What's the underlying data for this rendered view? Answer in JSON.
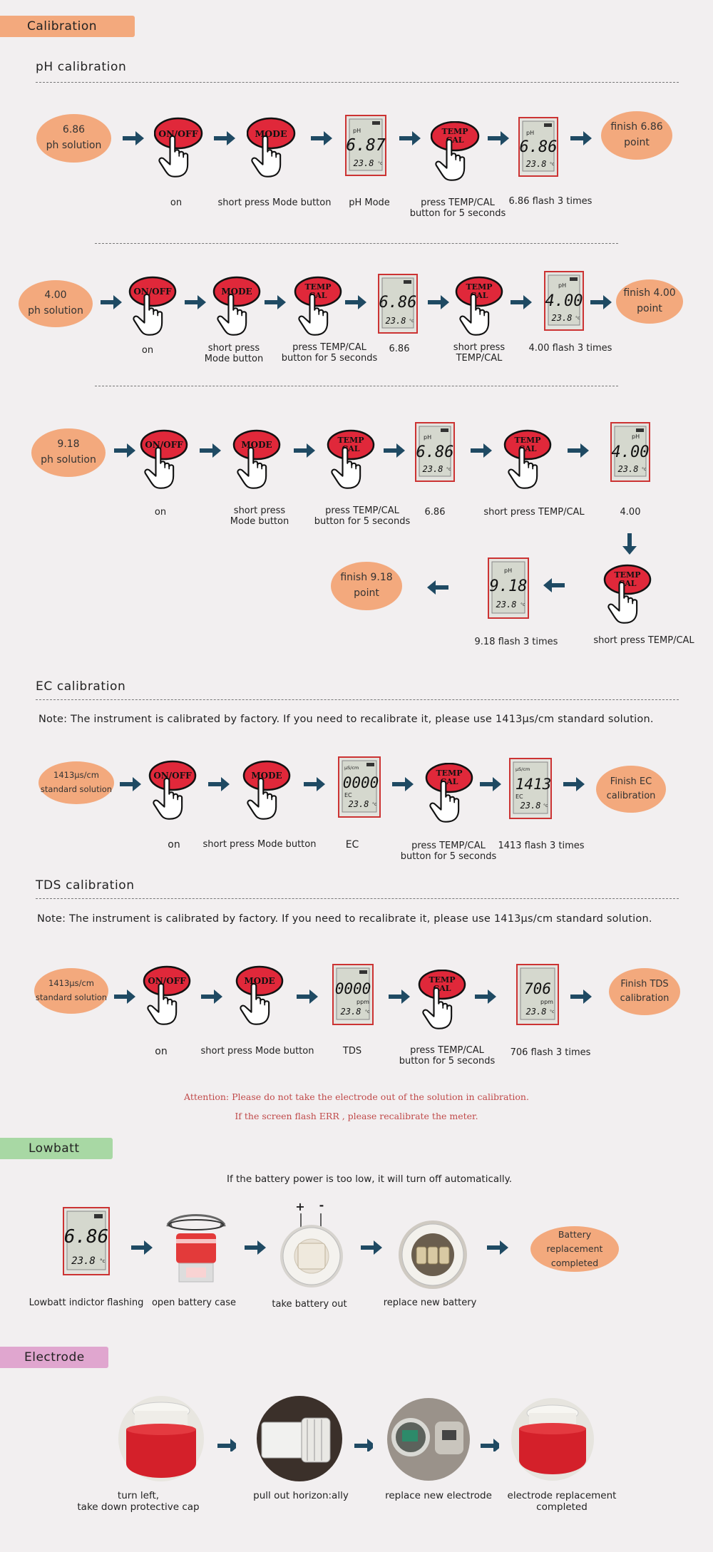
{
  "sections": {
    "calibration_tag": "Calibration",
    "ph_heading": "pH calibration",
    "ec_heading": "EC calibration",
    "tds_heading": "TDS calibration",
    "lowbatt_tag": "Lowbatt",
    "electrode_tag": "Electrode"
  },
  "colors": {
    "calibration_tag": "#f3a97d",
    "lowbatt_tag": "#a8d8a4",
    "electrode_tag": "#e0a6cf",
    "oval": "#f3a97d",
    "button": "#e0283a",
    "arrow": "#1f4a63",
    "attention": "#c04a4a"
  },
  "buttons": {
    "onoff": "ON/OFF",
    "mode": "MODE",
    "temp": "TEMP",
    "cal": "CAL"
  },
  "lcd_units": {
    "ph": "pH",
    "c": "°c",
    "ppm": "ppm",
    "uscm": "µS/cm",
    "ec": "EC"
  },
  "ph1": {
    "start": [
      "6.86",
      "ph solution"
    ],
    "end": [
      "finish 6.86",
      "point"
    ],
    "lcd1": {
      "value": "6.87",
      "temp": "23.8"
    },
    "lcd2": {
      "value": "6.86",
      "temp": "23.8"
    },
    "captions": [
      "on",
      "short press Mode button",
      "pH Mode",
      "press TEMP/CAL\nbutton for 5 seconds",
      "6.86 flash 3 times"
    ]
  },
  "ph2": {
    "start": [
      "4.00",
      "ph solution"
    ],
    "end": [
      "finish 4.00",
      "point"
    ],
    "lcd1": {
      "value": "6.86",
      "temp": "23.8"
    },
    "lcd2": {
      "value": "4.00",
      "temp": "23.8"
    },
    "captions": [
      "on",
      "short press\nMode button",
      "press TEMP/CAL\nbutton for 5 seconds",
      "6.86",
      "short press\nTEMP/CAL",
      "4.00 flash 3 times"
    ]
  },
  "ph3": {
    "start": [
      "9.18",
      "ph solution"
    ],
    "end": [
      "finish 9.18",
      "point"
    ],
    "lcd1": {
      "value": "6.86",
      "temp": "23.8"
    },
    "lcd2": {
      "value": "4.00",
      "temp": "23.8"
    },
    "lcd3": {
      "value": "9.18",
      "temp": "23.8"
    },
    "captions": [
      "on",
      "short press\nMode button",
      "press TEMP/CAL\nbutton for 5 seconds",
      "6.86",
      "short press TEMP/CAL",
      "4.00",
      "short press TEMP/CAL",
      "9.18 flash 3 times"
    ]
  },
  "ec": {
    "note": "Note: The instrument is calibrated by factory. If you need to recalibrate it, please use 1413µs/cm standard solution.",
    "start": [
      "1413µs/cm",
      "standard solution"
    ],
    "end": [
      "Finish EC",
      "calibration"
    ],
    "lcd1": {
      "value": "0000",
      "temp": "23.8"
    },
    "lcd2": {
      "value": "1413",
      "temp": "23.8"
    },
    "captions": [
      "on",
      "short press Mode button",
      "EC",
      "press TEMP/CAL\nbutton for 5 seconds",
      "1413 flash 3 times"
    ]
  },
  "tds": {
    "note": "Note: The instrument is calibrated by factory. If you need to recalibrate it, please use 1413µs/cm standard solution.",
    "start": [
      "1413µs/cm",
      "standard solution"
    ],
    "end": [
      "Finish TDS",
      "calibration"
    ],
    "lcd1": {
      "value": "0000",
      "temp": "23.8"
    },
    "lcd2": {
      "value": "706",
      "temp": "23.8"
    },
    "captions": [
      "on",
      "short press Mode button",
      "TDS",
      "press TEMP/CAL\nbutton for 5 seconds",
      "706 flash 3 times"
    ]
  },
  "attention": {
    "line1": "Attention: Please do not take the electrode out of the solution in calibration.",
    "line2": "If the screen flash ERR , please recalibrate the meter."
  },
  "lowbatt": {
    "intro": "If the battery power is too low, it will turn off automatically.",
    "lcd": {
      "value": "6.86",
      "temp": "23.8"
    },
    "end": [
      "Battery replacement",
      "completed"
    ],
    "plus": "+",
    "minus": "-",
    "captions": [
      "Lowbatt indictor flashing",
      "open battery case",
      "take battery out",
      "replace new battery"
    ]
  },
  "electrode": {
    "captions": [
      "turn left,\ntake down protective cap",
      "pull out horizon:ally",
      "replace new electrode",
      "electrode replacement\ncompleted"
    ]
  }
}
